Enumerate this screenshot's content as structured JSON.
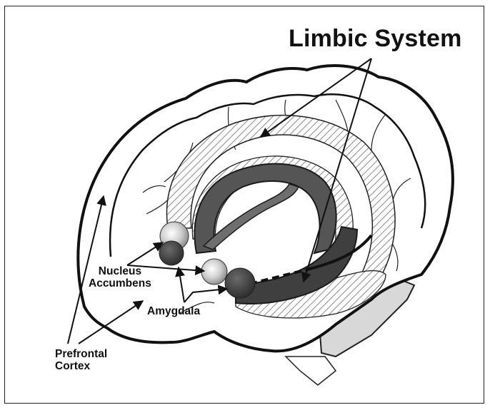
{
  "diagram": {
    "title": "Limbic System",
    "labels": {
      "nucleus_accumbens_line1": "Nucleus",
      "nucleus_accumbens_line2": "Accumbens",
      "amygdala": "Amygdala",
      "prefrontal_line1": "Prefrontal",
      "prefrontal_line2": "Cortex"
    },
    "colors": {
      "outline": "#111111",
      "limbic_dark": "#3f3f3f",
      "limbic_mid": "#6e6e6e",
      "hatch": "#9a9a9a",
      "cerebellum": "#d8d8d8"
    }
  }
}
